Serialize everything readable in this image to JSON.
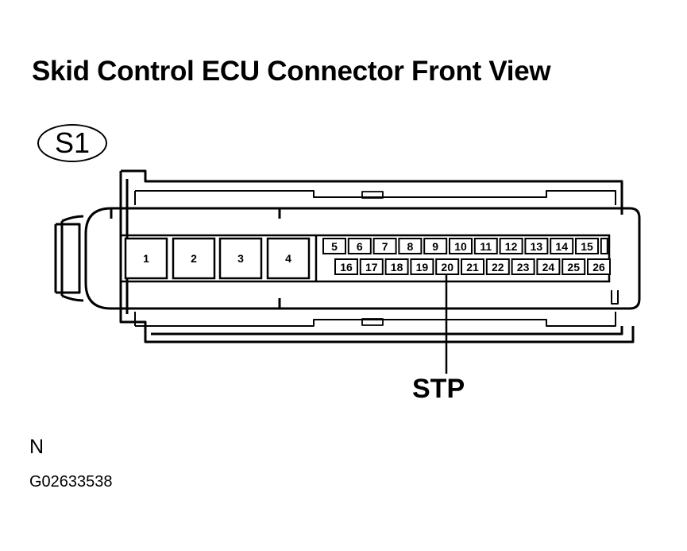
{
  "title": "Skid Control ECU Connector Front View",
  "connector_id": "S1",
  "large_pins": [
    "1",
    "2",
    "3",
    "4"
  ],
  "top_row_pins": [
    "5",
    "6",
    "7",
    "8",
    "9",
    "10",
    "11",
    "12",
    "13",
    "14",
    "15"
  ],
  "bottom_row_pins": [
    "16",
    "17",
    "18",
    "19",
    "20",
    "21",
    "22",
    "23",
    "24",
    "25",
    "26"
  ],
  "callout": {
    "pin": "20",
    "label": "STP"
  },
  "view_code": "N",
  "figure_id": "G02633538"
}
